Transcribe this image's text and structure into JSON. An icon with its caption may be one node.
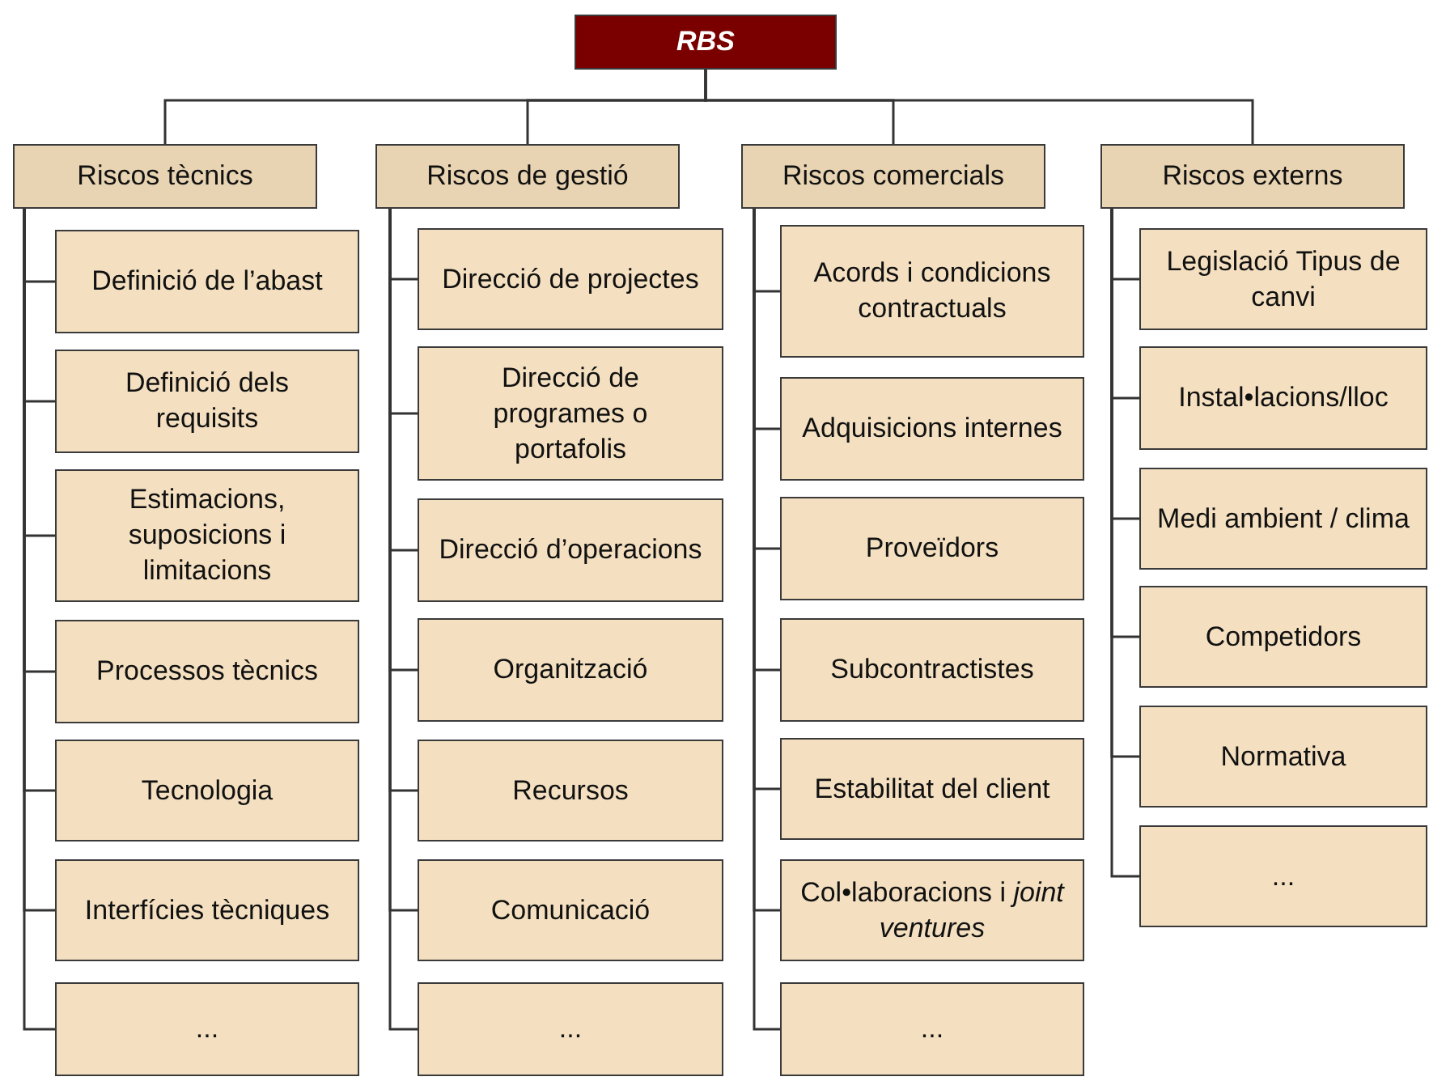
{
  "diagram": {
    "nodes": [
      {
        "text": [
          "RBS"
        ]
      },
      {
        "text": [
          "Riscos tècnics"
        ]
      },
      {
        "text": [
          "Definició de l’abast"
        ]
      },
      {
        "text": [
          "Definició dels requisits"
        ]
      },
      {
        "text": [
          "Estimacions, suposicions i limitacions"
        ]
      },
      {
        "text": [
          "Processos tècnics"
        ]
      },
      {
        "text": [
          "Tecnologia"
        ]
      },
      {
        "text": [
          "Interfícies tècniques"
        ]
      },
      {
        "text": [
          "..."
        ]
      },
      {
        "text": [
          "Riscos de gestió"
        ]
      },
      {
        "text": [
          "Direcció de projectes"
        ]
      },
      {
        "text": [
          "Direcció de programes o portafolis"
        ]
      },
      {
        "text": [
          "Direcció d’operacions"
        ]
      },
      {
        "text": [
          "Organització"
        ]
      },
      {
        "text": [
          "Recursos"
        ]
      },
      {
        "text": [
          "Comunicació"
        ]
      },
      {
        "text": [
          "..."
        ]
      },
      {
        "text": [
          "Riscos comercials"
        ]
      },
      {
        "text": [
          "Acords i condicions contractuals"
        ]
      },
      {
        "text": [
          "Adquisicions internes"
        ]
      },
      {
        "text": [
          "Proveïdors"
        ]
      },
      {
        "text": [
          "Subcontractistes"
        ]
      },
      {
        "text": [
          "Estabilitat del client"
        ]
      },
      {
        "text": [
          "Col•laboracions i *joint ventures*"
        ]
      },
      {
        "text": [
          "..."
        ]
      },
      {
        "text": [
          "Riscos externs"
        ]
      },
      {
        "text": [
          "Legislació Tipus de canvi"
        ]
      },
      {
        "text": [
          "Instal•lacions/lloc"
        ]
      },
      {
        "text": [
          "Medi ambient / clima"
        ]
      },
      {
        "text": [
          "Competidors"
        ]
      },
      {
        "text": [
          "Normativa"
        ]
      },
      {
        "text": [
          "..."
        ]
      }
    ],
    "edges": [
      {
        "from": 0,
        "to": 1,
        "arrow": "none"
      },
      {
        "from": 0,
        "to": 9,
        "arrow": "none"
      },
      {
        "from": 0,
        "to": 17,
        "arrow": "none"
      },
      {
        "from": 0,
        "to": 25,
        "arrow": "none"
      },
      {
        "from": 1,
        "to": 2,
        "arrow": "none"
      },
      {
        "from": 1,
        "to": 3,
        "arrow": "none"
      },
      {
        "from": 1,
        "to": 4,
        "arrow": "none"
      },
      {
        "from": 1,
        "to": 5,
        "arrow": "none"
      },
      {
        "from": 1,
        "to": 6,
        "arrow": "none"
      },
      {
        "from": 1,
        "to": 7,
        "arrow": "none"
      },
      {
        "from": 1,
        "to": 8,
        "arrow": "none"
      },
      {
        "from": 9,
        "to": 10,
        "arrow": "none"
      },
      {
        "from": 9,
        "to": 11,
        "arrow": "none"
      },
      {
        "from": 9,
        "to": 12,
        "arrow": "none"
      },
      {
        "from": 9,
        "to": 13,
        "arrow": "none"
      },
      {
        "from": 9,
        "to": 14,
        "arrow": "none"
      },
      {
        "from": 9,
        "to": 15,
        "arrow": "none"
      },
      {
        "from": 9,
        "to": 16,
        "arrow": "none"
      },
      {
        "from": 17,
        "to": 18,
        "arrow": "none"
      },
      {
        "from": 17,
        "to": 19,
        "arrow": "none"
      },
      {
        "from": 17,
        "to": 20,
        "arrow": "none"
      },
      {
        "from": 17,
        "to": 21,
        "arrow": "none"
      },
      {
        "from": 17,
        "to": 22,
        "arrow": "none"
      },
      {
        "from": 17,
        "to": 23,
        "arrow": "none"
      },
      {
        "from": 17,
        "to": 24,
        "arrow": "none"
      },
      {
        "from": 25,
        "to": 26,
        "arrow": "none"
      },
      {
        "from": 25,
        "to": 27,
        "arrow": "none"
      },
      {
        "from": 25,
        "to": 28,
        "arrow": "none"
      },
      {
        "from": 25,
        "to": 29,
        "arrow": "none"
      },
      {
        "from": 25,
        "to": 30,
        "arrow": "none"
      },
      {
        "from": 25,
        "to": 31,
        "arrow": "none"
      }
    ]
  }
}
